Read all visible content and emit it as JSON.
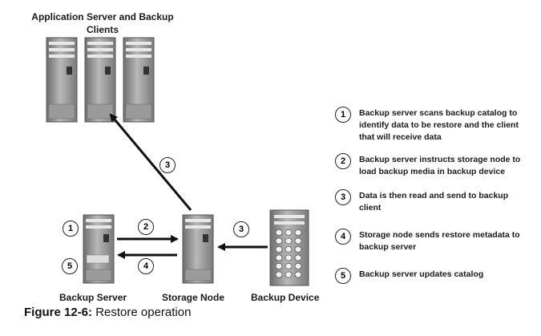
{
  "groups": {
    "app_servers": "Application Server and Backup Clients",
    "backup_server": "Backup Server",
    "storage_node": "Storage Node",
    "backup_device": "Backup Device"
  },
  "badges": {
    "b1": "1",
    "b2": "2",
    "b3a": "3",
    "b3b": "3",
    "b4": "4",
    "b5": "5"
  },
  "steps": [
    {
      "num": "1",
      "text": "Backup server scans backup catalog to identify data to be  restore and the client that will receive data"
    },
    {
      "num": "2",
      "text": "Backup server instructs storage node to load backup media in backup device"
    },
    {
      "num": "3",
      "text": "Data is then read and send to backup client"
    },
    {
      "num": "4",
      "text": "Storage node sends restore metadata to backup server"
    },
    {
      "num": "5",
      "text": "Backup server updates catalog"
    }
  ],
  "caption": {
    "figure": "Figure 12-6:",
    "text": " Restore operation"
  }
}
